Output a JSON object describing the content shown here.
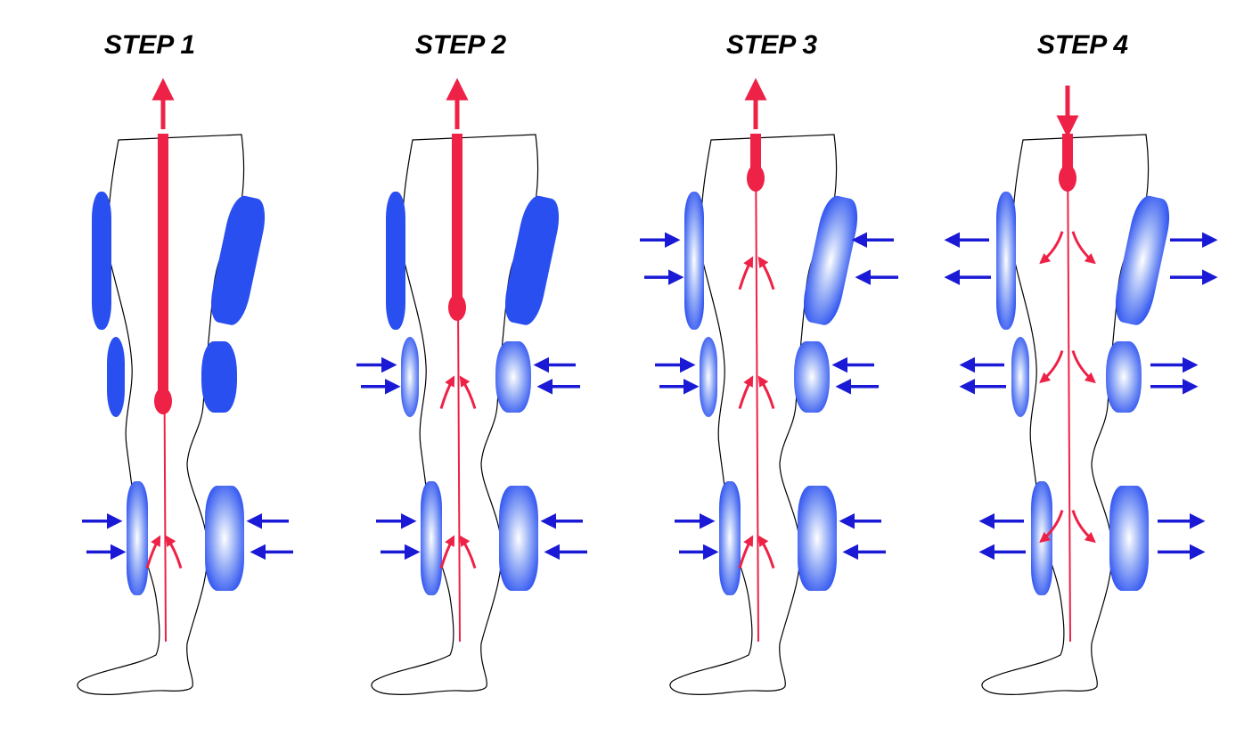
{
  "steps": [
    {
      "title": "STEP 1",
      "flow_direction": "up",
      "cuff_action": [
        "relaxed",
        "relaxed",
        "squeeze"
      ],
      "colors": {}
    },
    {
      "title": "STEP 2",
      "flow_direction": "up",
      "cuff_action": [
        "relaxed",
        "squeeze",
        "squeeze"
      ]
    },
    {
      "title": "STEP 3",
      "flow_direction": "up",
      "cuff_action": [
        "squeeze",
        "squeeze",
        "squeeze"
      ]
    },
    {
      "title": "STEP 4",
      "flow_direction": "down",
      "cuff_action": [
        "release",
        "release",
        "release"
      ]
    }
  ],
  "colors": {
    "flow": "#ee2146",
    "cuff": "#2a4ff0",
    "cuff_highlight": "#ffffff",
    "pressure_arrow": "#1a1ad6",
    "leg_outline": "#000000",
    "leg_fill": "#ffffff"
  },
  "icons": {
    "flow_arrow": "red-flow-arrow-icon",
    "pressure_arrow": "blue-pressure-arrow-icon"
  }
}
